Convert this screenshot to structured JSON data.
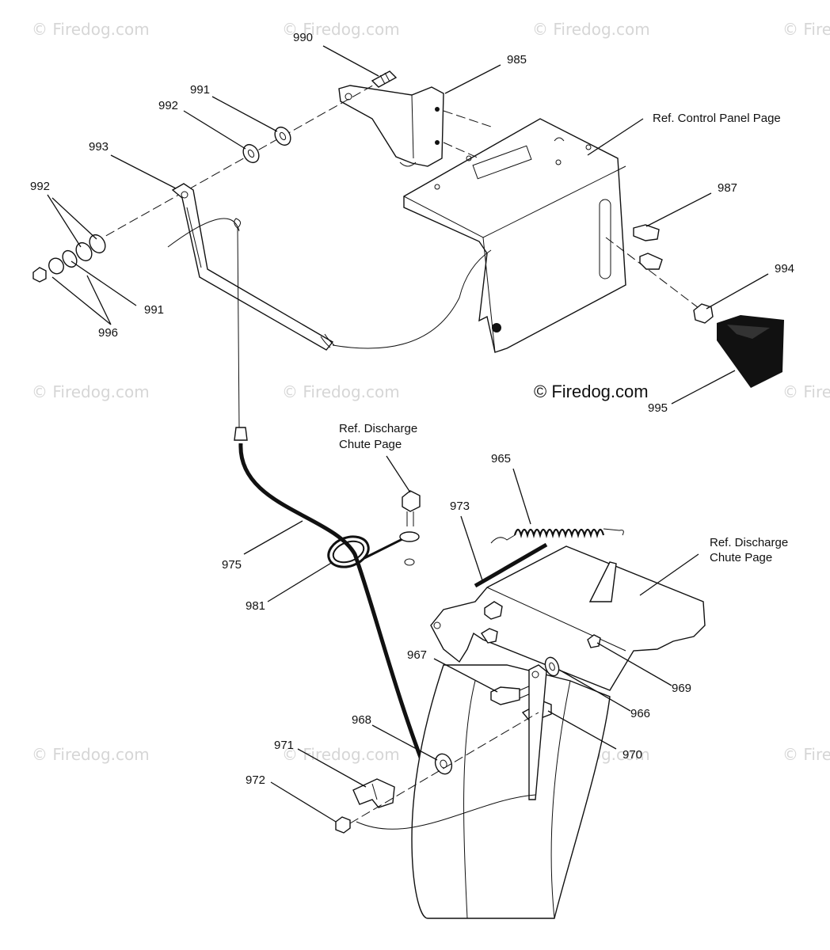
{
  "watermark": {
    "text": "© Firedog.com"
  },
  "watermark_partial": {
    "text": "© Fire"
  },
  "copyright": {
    "text": "© Firedog.com"
  },
  "references": {
    "control_panel": "Ref. Control Panel Page",
    "discharge_chute_top_line1": "Ref. Discharge",
    "discharge_chute_top_line2": "Chute Page",
    "discharge_chute_right_line1": "Ref. Discharge",
    "discharge_chute_right_line2": "Chute Page"
  },
  "parts": {
    "p990": "990",
    "p985": "985",
    "p991_top": "991",
    "p992_top": "992",
    "p993": "993",
    "p992_left": "992",
    "p991_left": "991",
    "p996": "996",
    "p987": "987",
    "p994": "994",
    "p995": "995",
    "p965": "965",
    "p973": "973",
    "p975": "975",
    "p981": "981",
    "p967": "967",
    "p969": "969",
    "p966": "966",
    "p968": "968",
    "p970": "970",
    "p971": "971",
    "p972": "972"
  }
}
